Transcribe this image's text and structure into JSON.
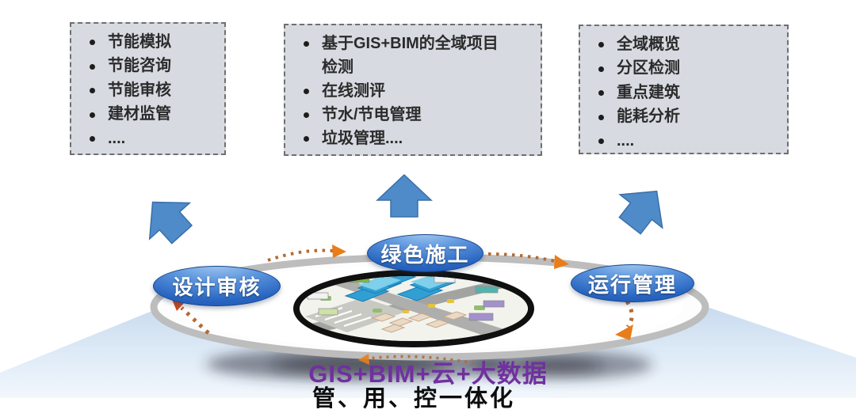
{
  "boxes": [
    {
      "name": "design-phase-functions",
      "items": [
        "节能模拟",
        "节能咨询",
        "节能审核",
        "建材监管",
        "...."
      ]
    },
    {
      "name": "construction-phase-functions",
      "items": [
        "基于GIS+BIM的全域项目检测",
        "在线测评",
        "节水/节电管理",
        "垃圾管理...."
      ]
    },
    {
      "name": "operation-phase-functions",
      "items": [
        "全域概览",
        "分区检测",
        "重点建筑",
        "能耗分析",
        "...."
      ]
    }
  ],
  "badges": [
    {
      "name": "design-review",
      "label": "设计审核"
    },
    {
      "name": "green-construction",
      "label": "绿色施工"
    },
    {
      "name": "operation-management",
      "label": "运行管理"
    }
  ],
  "footer": {
    "tech_line": "GIS+BIM+云+大数据",
    "slogan": "管、用、控一体化"
  },
  "colors": {
    "box_background": "#d7dbe1",
    "box_border": "#6f6f6f",
    "block_arrow_blue": "#4f8bc9",
    "badge_blue_dark": "#15469a",
    "cycle_dot_orange": "#b46a32",
    "arrowhead_orange": "#e87d1a",
    "tech_line_purple": "#7030a0",
    "slogan_black": "#0d0d0d",
    "beam_blue": "#c6d9ee",
    "platform_rim_gray": "#bdbdbd",
    "center_ring_black": "#101010"
  },
  "icons": {
    "arrow_left": "block-arrow-up-left-icon",
    "arrow_center": "block-arrow-up-icon",
    "arrow_right": "block-arrow-up-right-icon",
    "cycle": "dotted-arrow-icon"
  }
}
